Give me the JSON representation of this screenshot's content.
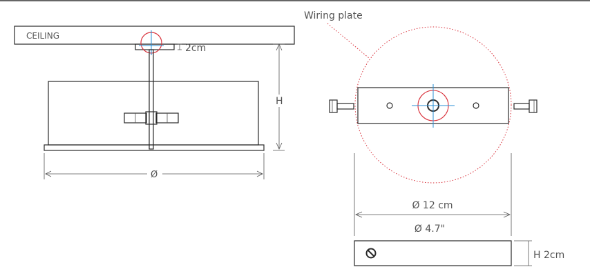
{
  "labels": {
    "ceiling": "CEILING",
    "plate_thickness": "2cm",
    "height": "H",
    "diameter": "Ø",
    "wiring_plate": "Wiring plate",
    "plate_diameter_cm": "Ø 12 cm",
    "plate_diameter_in": "Ø 4.7\"",
    "plate_height": "H 2cm"
  },
  "colors": {
    "line": "#2a2a2a",
    "leader_red": "#d9303a",
    "crosshair_blue": "#2a8fd6",
    "text": "#555555"
  }
}
